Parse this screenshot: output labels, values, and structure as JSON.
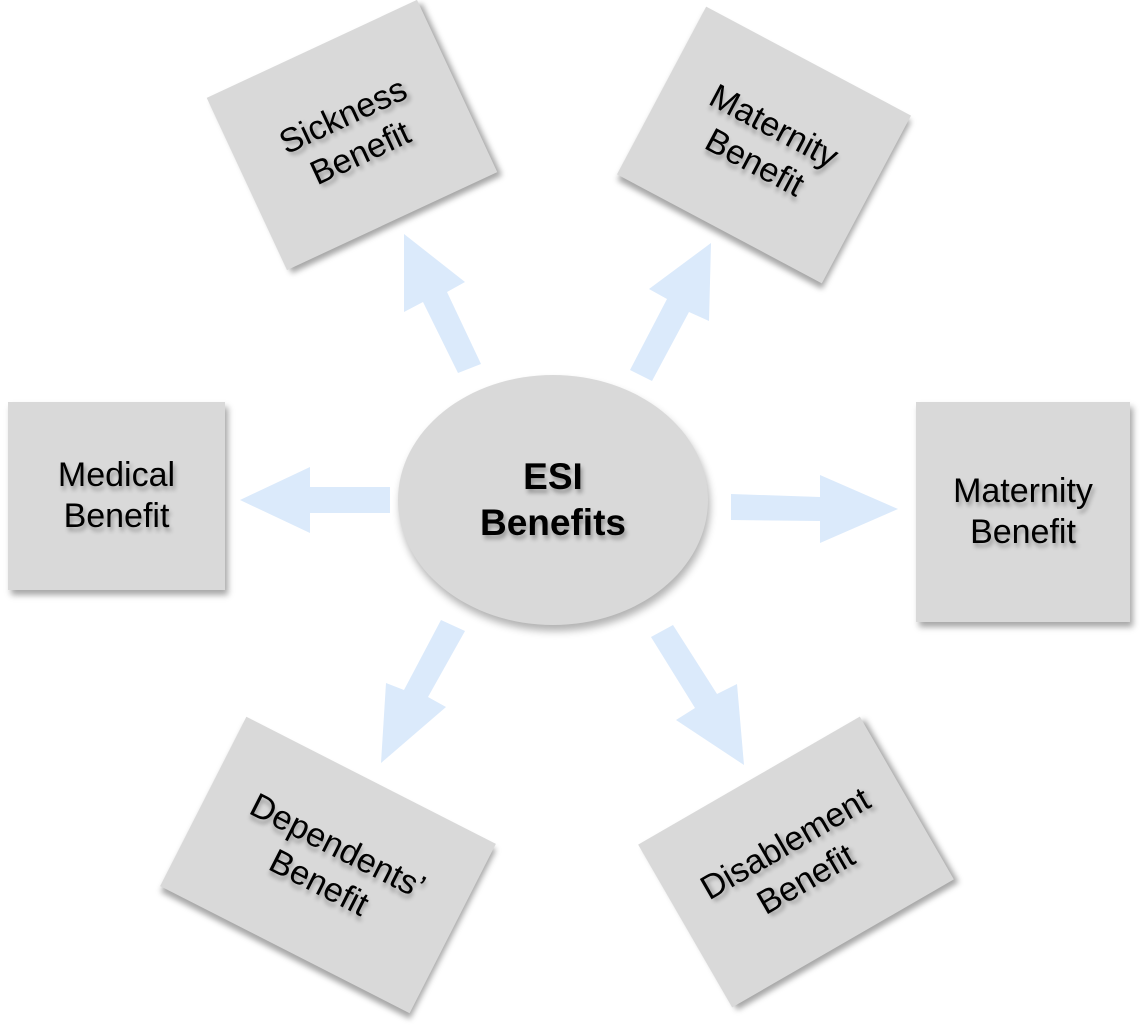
{
  "diagram": {
    "type": "hub-and-spoke",
    "center": {
      "label": "ESI\nBenefits"
    },
    "nodes": [
      {
        "id": "sickness",
        "label": "Sickness\nBenefit",
        "position": "top-left"
      },
      {
        "id": "maternity-top",
        "label": "Maternity\nBenefit",
        "position": "top-right"
      },
      {
        "id": "medical",
        "label": "Medical\nBenefit",
        "position": "left"
      },
      {
        "id": "maternity-right",
        "label": "Maternity\nBenefit",
        "position": "right"
      },
      {
        "id": "dependents",
        "label": "Dependents’\nBenefit",
        "position": "bottom-left"
      },
      {
        "id": "disablement",
        "label": "Disablement\nBenefit",
        "position": "bottom-right"
      }
    ],
    "edges": [
      {
        "from": "center",
        "to": "sickness"
      },
      {
        "from": "center",
        "to": "maternity-top"
      },
      {
        "from": "center",
        "to": "medical"
      },
      {
        "from": "center",
        "to": "maternity-right"
      },
      {
        "from": "center",
        "to": "dependents"
      },
      {
        "from": "center",
        "to": "disablement"
      }
    ],
    "colors": {
      "box_fill": "#d9d9d9",
      "arrow_fill": "#dbeafb",
      "text": "#000000",
      "background": "#ffffff"
    }
  }
}
